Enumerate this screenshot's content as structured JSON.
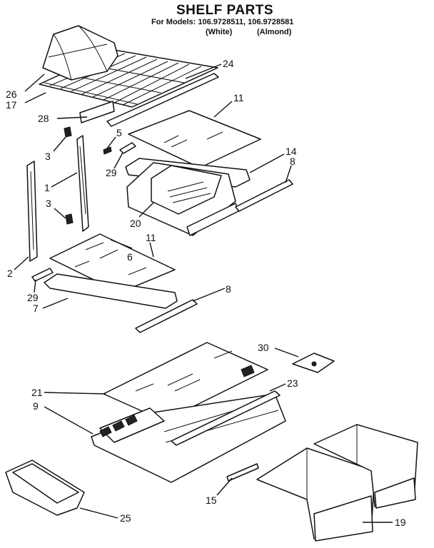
{
  "header": {
    "title": "SHELF PARTS",
    "models_line": "For Models: 106.9728511, 106.9728581",
    "variant_white": "(White)",
    "variant_almond": "(Almond)"
  },
  "callouts": {
    "c24": "24",
    "c26": "26",
    "c17": "17",
    "c11a": "11",
    "c28": "28",
    "c5": "5",
    "c3a": "3",
    "c29a": "29",
    "c14": "14",
    "c8a": "8",
    "c1": "1",
    "c3b": "3",
    "c20": "20",
    "c11b": "11",
    "c6": "6",
    "c2": "2",
    "c29b": "29",
    "c8b": "8",
    "c7": "7",
    "c30": "30",
    "c21": "21",
    "c23": "23",
    "c9": "9",
    "c25": "25",
    "c15": "15",
    "c19": "19"
  }
}
